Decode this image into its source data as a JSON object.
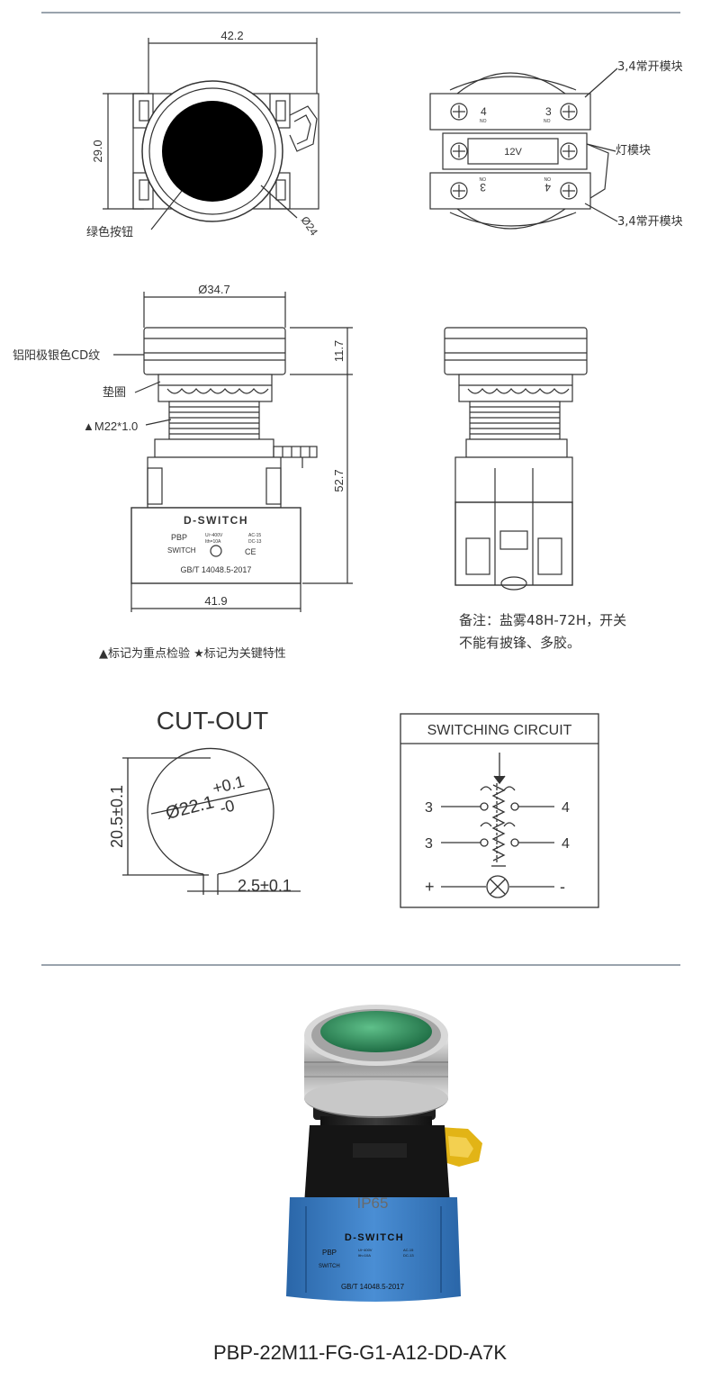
{
  "front_view": {
    "width_dim": "42.2",
    "height_dim": "29.0",
    "button_label": "绿色按钮",
    "button_dia": "Ø24"
  },
  "rear_view": {
    "module_top_label": "3,4常开模块",
    "module_mid_label": "灯模块",
    "module_bot_label": "3,4常开模块",
    "lamp_voltage": "12V",
    "term_top_left": "4",
    "term_top_right": "3",
    "term_top_left_sub": "NO",
    "term_top_right_sub": "NO",
    "term_bot_left": "3",
    "term_bot_right": "4",
    "term_bot_left_sub": "ON",
    "term_bot_right_sub": "ON"
  },
  "side_view": {
    "bezel_dia": "Ø34.7",
    "bezel_label": "铝阳极银色CD纹",
    "gasket_label": "垫圈",
    "thread_label": "▲M22*1.0",
    "bezel_height": "11.7",
    "total_height": "52.7",
    "body_width": "41.9",
    "brand": "D-SWITCH",
    "model_short": "PBP",
    "switch_text": "SWITCH",
    "rating_line1": "Ui~400V",
    "rating_line2": "Ith=10A",
    "rating_ac": "AC-15",
    "rating_dc": "DC-13",
    "standard": "GB/T 14048.5-2017"
  },
  "notes": {
    "legend": "▲标记为重点检验 ★标记为关键特性",
    "remark_line1": "备注：盐雾48H-72H，开关",
    "remark_line2": "不能有披锋、多胶。"
  },
  "cutout": {
    "title": "CUT-OUT",
    "dia": "Ø22.1",
    "tol_plus": "+0.1",
    "tol_minus": "-0",
    "height": "20.5±0.1",
    "notch": "2.5±0.1"
  },
  "circuit": {
    "title": "SWITCHING CIRCUIT",
    "left_top": "3",
    "right_top": "4",
    "left_bot": "3",
    "right_bot": "4",
    "plus": "+",
    "minus": "-"
  },
  "photo": {
    "ip_rating": "IP65",
    "brand": "D-SWITCH",
    "model_short": "PBP",
    "switch_text": "SWITCH",
    "rating_line1": "Ui~400V",
    "rating_line2": "Ith=10A",
    "rating_ac": "AC-15",
    "rating_dc": "DC-13",
    "standard": "GB/T 14048.5-2017"
  },
  "product_code": "PBP-22M11-FG-G1-A12-DD-A7K",
  "colors": {
    "rule": "#9aa3ad",
    "line": "#333333",
    "button_green": "#3a9a62",
    "body_blue": "#3b7fc4",
    "latch_yellow": "#e2b416"
  }
}
